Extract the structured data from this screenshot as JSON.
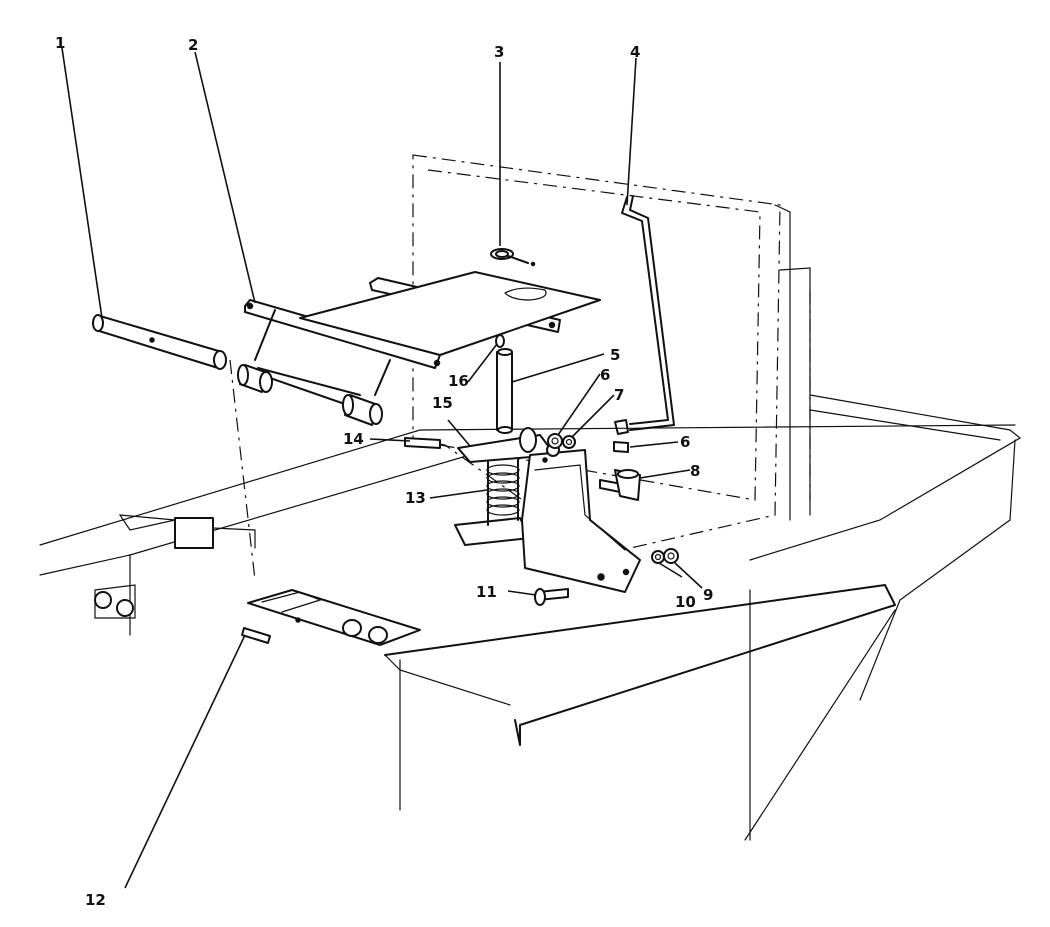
{
  "callouts": [
    {
      "id": "1",
      "label": "1"
    },
    {
      "id": "2",
      "label": "2"
    },
    {
      "id": "3",
      "label": "3"
    },
    {
      "id": "4",
      "label": "4"
    },
    {
      "id": "5",
      "label": "5"
    },
    {
      "id": "6a",
      "label": "6"
    },
    {
      "id": "6b",
      "label": "6"
    },
    {
      "id": "7",
      "label": "7"
    },
    {
      "id": "8",
      "label": "8"
    },
    {
      "id": "9",
      "label": "9"
    },
    {
      "id": "10",
      "label": "10"
    },
    {
      "id": "11",
      "label": "11"
    },
    {
      "id": "12",
      "label": "12"
    },
    {
      "id": "13",
      "label": "13"
    },
    {
      "id": "14",
      "label": "14"
    },
    {
      "id": "15",
      "label": "15"
    },
    {
      "id": "16",
      "label": "16"
    }
  ]
}
